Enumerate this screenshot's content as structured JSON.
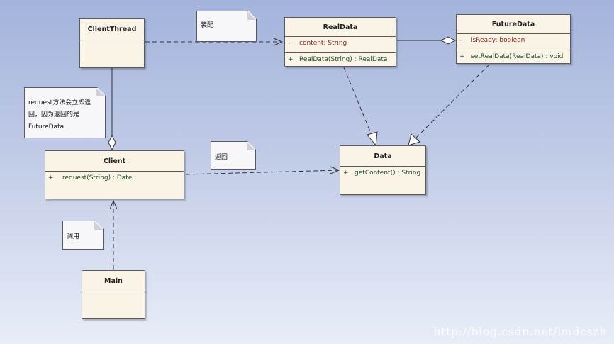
{
  "classes": {
    "client_thread": {
      "name": "ClientThread"
    },
    "real_data": {
      "name": "RealData",
      "attributes": [
        {
          "vis": "-",
          "text": "content:  String"
        }
      ],
      "operations": [
        {
          "vis": "+",
          "text": "RealData(String) : RealData"
        }
      ]
    },
    "future_data": {
      "name": "FutureData",
      "attributes": [
        {
          "vis": "-",
          "text": "isReady:  boolean"
        }
      ],
      "operations": [
        {
          "vis": "+",
          "text": "setRealData(RealData) : void"
        }
      ]
    },
    "client": {
      "name": "Client",
      "operations": [
        {
          "vis": "+",
          "text": "request(String) : Date"
        }
      ]
    },
    "data": {
      "name": "Data",
      "operations": [
        {
          "vis": "+",
          "text": "getContent() : String"
        }
      ]
    },
    "main": {
      "name": "Main"
    }
  },
  "notes": {
    "assemble": "装配",
    "request_line1": "request方法会立即返",
    "request_line2": "回，因为返回的是",
    "request_line3": "FutureData",
    "return_note": "返回",
    "call_note": "调用"
  },
  "watermark": "http://blog.csdn.net/lmdcszh"
}
